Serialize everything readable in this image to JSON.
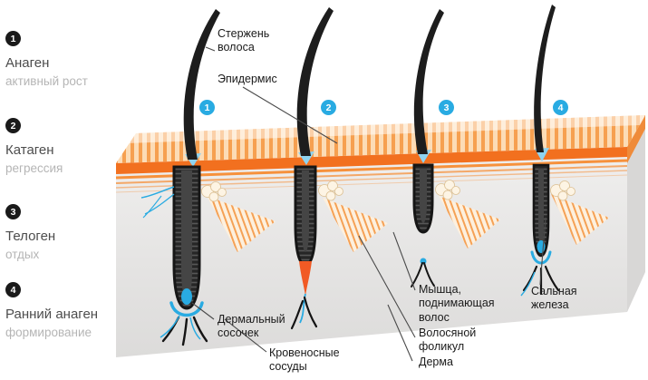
{
  "legend": {
    "items": [
      {
        "number": "1",
        "title": "Анаген",
        "subtitle": "активный рост"
      },
      {
        "number": "2",
        "title": "Катаген",
        "subtitle": "регрессия"
      },
      {
        "number": "3",
        "title": "Телоген",
        "subtitle": "отдых"
      },
      {
        "number": "4",
        "title": "Ранний анаген",
        "subtitle": "формирование"
      }
    ]
  },
  "diagram": {
    "phases": [
      {
        "number": "1"
      },
      {
        "number": "2"
      },
      {
        "number": "3"
      },
      {
        "number": "4"
      }
    ],
    "labels": {
      "hair_shaft": "Стержень волоса",
      "epidermis": "Эпидермис",
      "dermal_papilla": "Дермальный сосочек",
      "blood_vessels": "Кровеносные сосуды",
      "arrector_muscle": "Мышца, поднимающая волос",
      "hair_follicle": "Волосяной фоликул",
      "dermis": "Дерма",
      "sebaceous_gland": "Сальная железа"
    },
    "colors": {
      "accent_blue": "#29abe2",
      "orange": "#f2701f",
      "hair_black": "#1d1d1d",
      "skin_gray": "#e9e9e9"
    }
  }
}
